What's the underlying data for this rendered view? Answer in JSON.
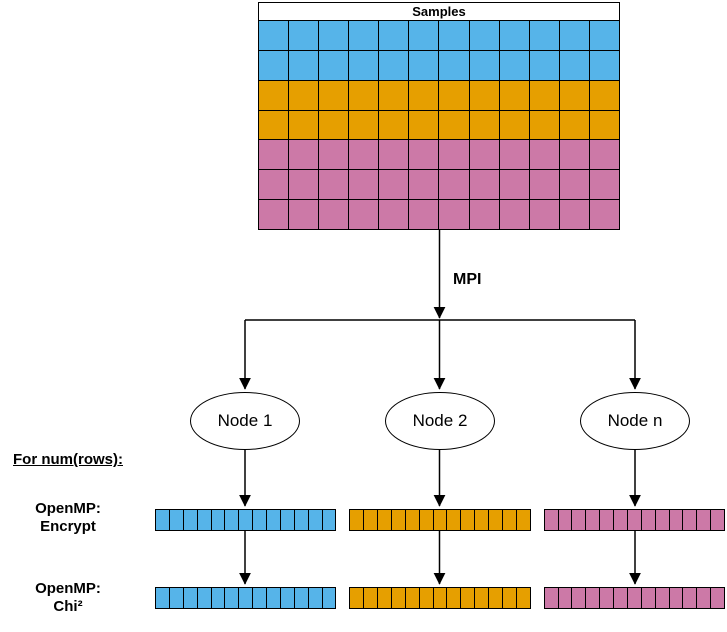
{
  "colors": {
    "blue": "#56B4E9",
    "orange": "#E69F00",
    "pink": "#CC79A7",
    "line": "#000000"
  },
  "samples_table": {
    "title": "Samples",
    "columns": 12,
    "row_colors": [
      "blue",
      "blue",
      "orange",
      "orange",
      "pink",
      "pink",
      "pink"
    ]
  },
  "mpi_label": "MPI",
  "nodes": [
    {
      "label": "Node 1"
    },
    {
      "label": "Node 2"
    },
    {
      "label": "Node n"
    }
  ],
  "left_labels": {
    "for_rows": "For num(rows):",
    "encrypt": {
      "line1": "OpenMP:",
      "line2": "Encrypt"
    },
    "chi": {
      "line1": "OpenMP:",
      "line2": "Chi²"
    }
  },
  "bar_rows": [
    {
      "name": "encrypt",
      "bars": [
        {
          "color": "blue",
          "cells": 13
        },
        {
          "color": "orange",
          "cells": 13
        },
        {
          "color": "pink",
          "cells": 13
        }
      ]
    },
    {
      "name": "chi",
      "bars": [
        {
          "color": "blue",
          "cells": 13
        },
        {
          "color": "orange",
          "cells": 13
        },
        {
          "color": "pink",
          "cells": 13
        }
      ]
    }
  ]
}
